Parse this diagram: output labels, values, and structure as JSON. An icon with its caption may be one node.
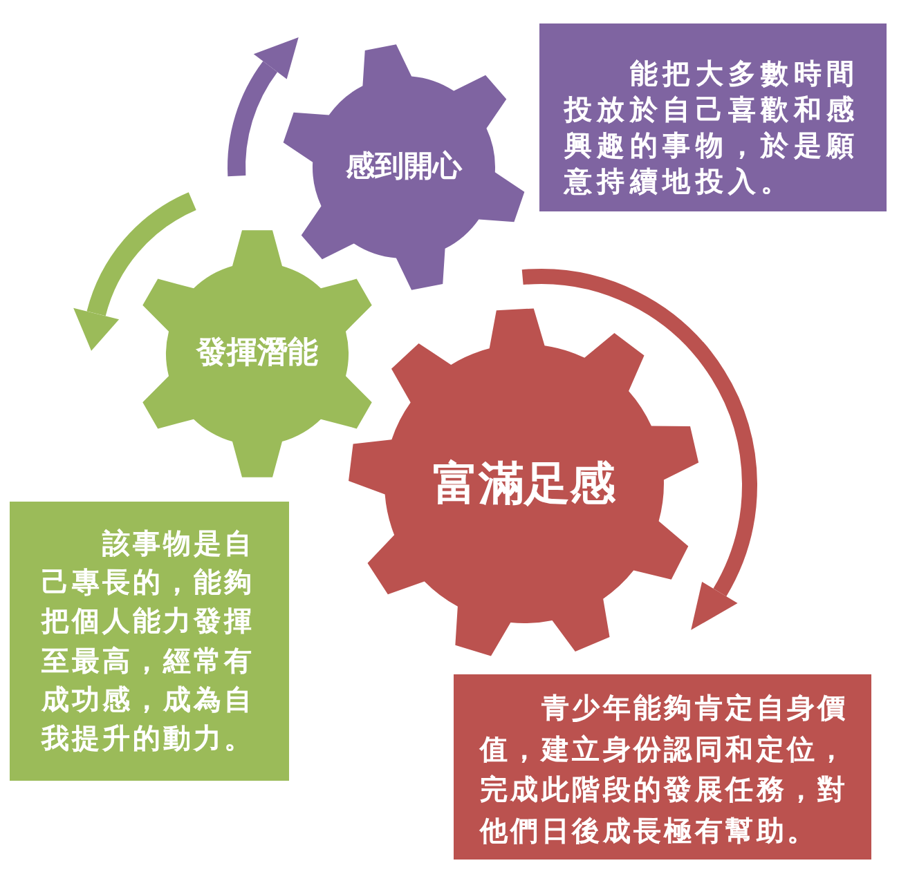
{
  "diagram": {
    "nodes": [
      {
        "text": [
          "感到開心"
        ]
      },
      {
        "text": [
          "能把大多數時間投放於自己喜歡和感興趣的事物，於是願意持續地投入。"
        ]
      },
      {
        "text": [
          "發揮潛能"
        ]
      },
      {
        "text": [
          "富滿足感"
        ]
      },
      {
        "text": [
          "該事物是自己專長的，能夠把個人能力發揮至最高，經常有成功感，成為自我提升的動力。"
        ]
      },
      {
        "text": [
          "青少年能夠肯定自身價值，建立身份認同和定位，完成此階段的發展任務，對他們日後成長極有幫助。"
        ]
      }
    ]
  }
}
